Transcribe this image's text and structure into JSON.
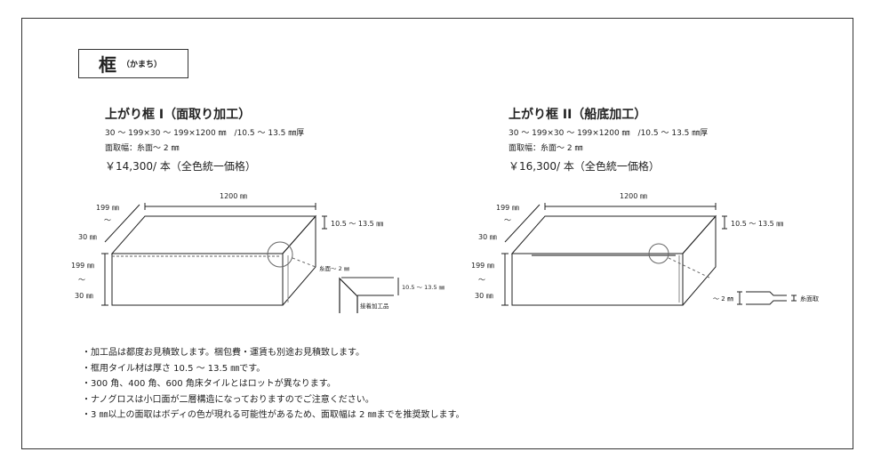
{
  "title": {
    "kanji": "框",
    "reading": "（かまち）"
  },
  "products": [
    {
      "name": "上がり框 I（面取り加工）",
      "spec": "30 ～ 199×30 ～ 199×1200 ㎜　/10.5 ～ 13.5 ㎜厚",
      "chamfer": "面取幅：糸面～ 2 ㎜",
      "price": "￥14,300/ 本（全色統一価格）",
      "diagram": {
        "length": "1200 ㎜",
        "depth_max": "199 ㎜",
        "tilde": "～",
        "depth_min": "30 ㎜",
        "height_max": "199 ㎜",
        "height_min": "30 ㎜",
        "thickness": "10.5 ～ 13.5 ㎜",
        "detail_chamfer": "糸面～ 2 ㎜",
        "detail_thickness": "10.5 ～ 13.5 ㎜",
        "detail_label": "接着加工品"
      }
    },
    {
      "name": "上がり框 II（船底加工）",
      "spec": "30 ～ 199×30 ～ 199×1200 ㎜　/10.5 ～ 13.5 ㎜厚",
      "chamfer": "面取幅：糸面～ 2 ㎜",
      "price": "￥16,300/ 本（全色統一価格）",
      "diagram": {
        "length": "1200 ㎜",
        "depth_max": "199 ㎜",
        "tilde": "～",
        "depth_min": "30 ㎜",
        "height_max": "199 ㎜",
        "height_min": "30 ㎜",
        "thickness": "10.5 ～ 13.5 ㎜",
        "detail_chamfer": "～ 2 ㎜",
        "detail_label": "糸面取"
      }
    }
  ],
  "notes": [
    "・加工品は都度お見積致します。梱包費・運賃も別途お見積致します。",
    "・框用タイル材は厚さ 10.5 ～ 13.5 ㎜です。",
    "・300 角、400 角、600 角床タイルとはロットが異なります。",
    "・ナノグロスは小口面が二層構造になっておりますのでご注意ください。",
    "・3 ㎜以上の面取はボディの色が現れる可能性があるため、面取幅は 2 ㎜までを推奨致します。"
  ]
}
